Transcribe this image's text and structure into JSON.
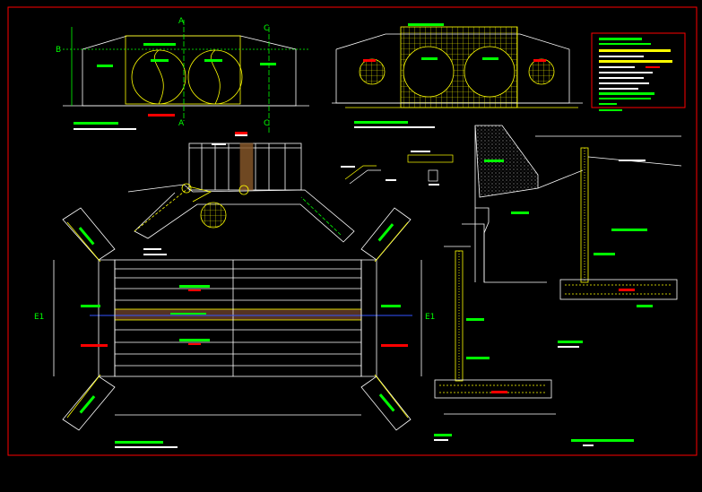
{
  "drawing": {
    "colors": {
      "background": "#000000",
      "frame": "#ff0000",
      "line": "#ffffff",
      "structure": "#ffff00",
      "dimension": "#00ff00",
      "section_mark": "#00ff00",
      "label_green": "#00ff00",
      "label_red": "#ff0000",
      "rebar": "#ffff00",
      "water": "#3355ff"
    },
    "section_marks": {
      "a": "A",
      "b": "B",
      "c": "C",
      "e1": "E1"
    }
  }
}
